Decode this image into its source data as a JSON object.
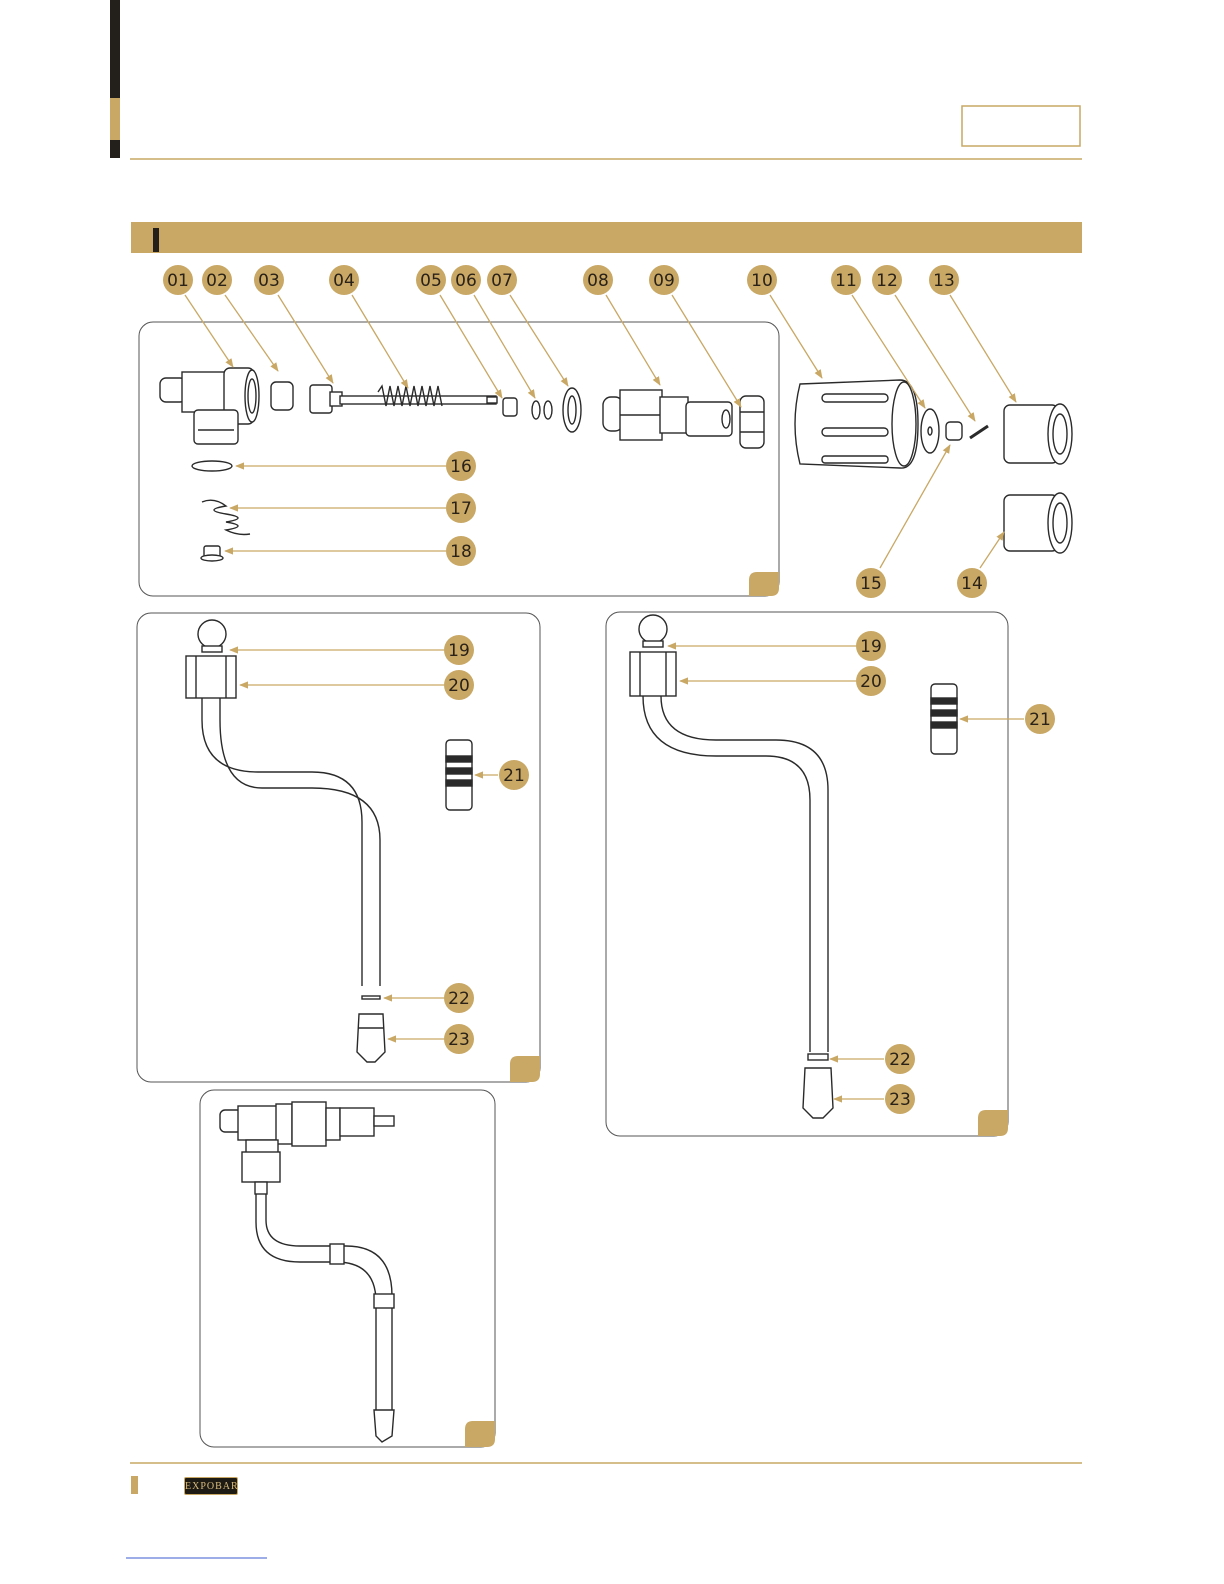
{
  "page": {
    "header_box_text": "",
    "section_title": "",
    "brand_logo": "EXPOBAR"
  },
  "colors": {
    "gold": "#c9a865",
    "dark": "#231f1a",
    "line": "#2a2a2a"
  },
  "callouts": {
    "top_row": [
      "01",
      "02",
      "03",
      "04",
      "05",
      "06",
      "07",
      "08",
      "09",
      "10",
      "11",
      "12",
      "13"
    ],
    "kit_parts": [
      "16",
      "17",
      "18"
    ],
    "knob_parts": [
      "15",
      "14"
    ],
    "panel_b": [
      "19",
      "20",
      "21",
      "22",
      "23"
    ],
    "panel_c": [
      "19",
      "20",
      "21",
      "22",
      "23"
    ]
  }
}
